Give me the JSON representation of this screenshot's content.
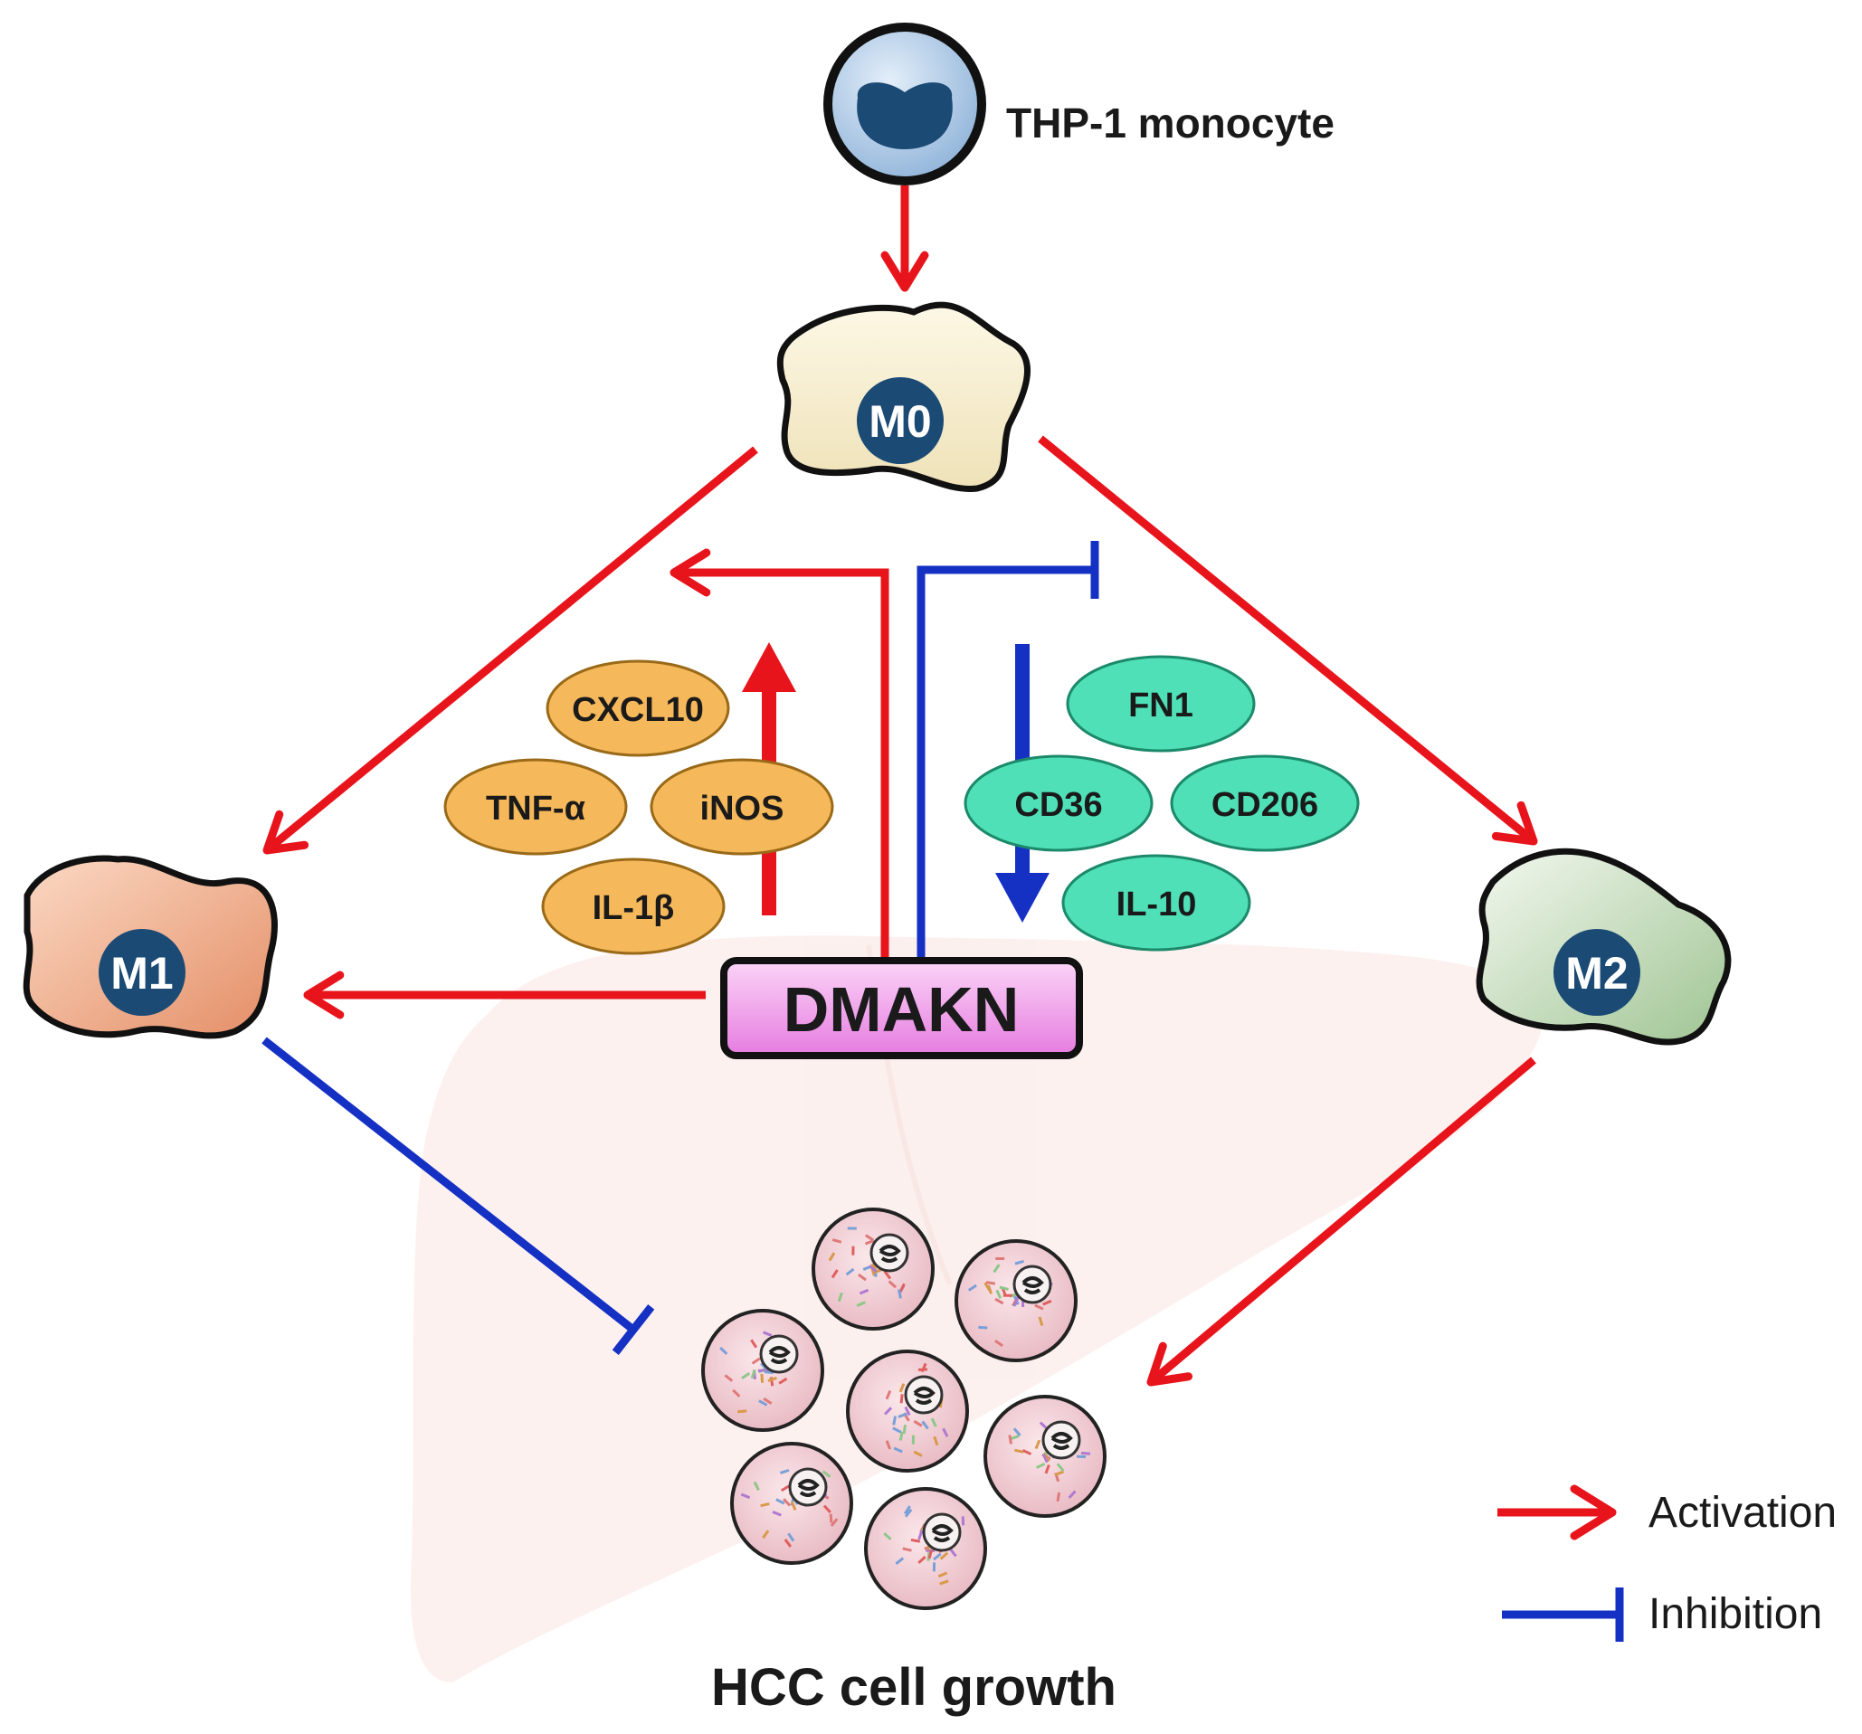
{
  "nodes": {
    "monocyte": "THP-1 monocyte",
    "m0": "M0",
    "m1": "M1",
    "m2": "M2",
    "drug": "DMAKN",
    "outcome": "HCC cell growth"
  },
  "m1_markers": [
    "CXCL10",
    "TNF-α",
    "iNOS",
    "IL-1β"
  ],
  "m2_markers": [
    "FN1",
    "CD36",
    "CD206",
    "IL-10"
  ],
  "legend": {
    "activation": "Activation",
    "inhibition": "Inhibition"
  },
  "colors": {
    "activation": "#e8141c",
    "inhibition": "#1531c4",
    "m1_marker_fill": "#f5b85a",
    "m2_marker_fill": "#4fe0b8",
    "drug_fill": "#ee88e6",
    "node_badge": "#1b4a75",
    "m0_fill": "#f7efd4",
    "m1_fill": "#f0a783",
    "m2_fill": "#c9dfc2"
  }
}
